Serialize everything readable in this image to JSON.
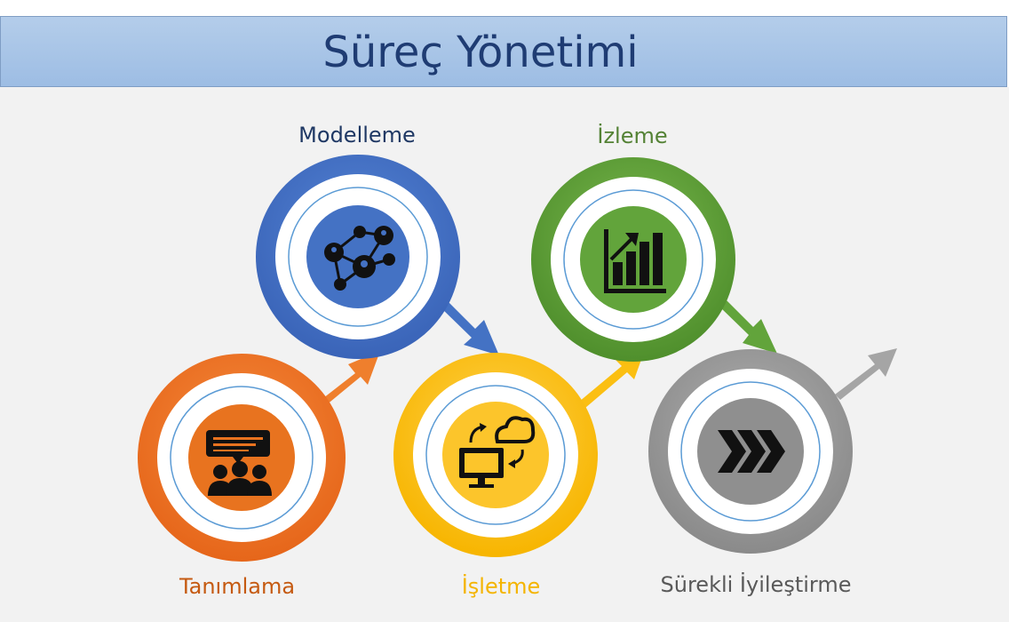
{
  "title": "Süreç Yönetimi",
  "stages": [
    {
      "label": "Tanımlama",
      "color": "#e87529",
      "icon": "people-presentation-icon"
    },
    {
      "label": "Modelleme",
      "color": "#4472c4",
      "icon": "network-people-icon"
    },
    {
      "label": "İşletme",
      "color": "#fbbf12",
      "icon": "computer-cloud-sync-icon"
    },
    {
      "label": "İzleme",
      "color": "#62a43b",
      "icon": "bar-chart-growth-icon"
    },
    {
      "label": "Sürekli İyileştirme",
      "color": "#9a9a9a",
      "icon": "chevrons-right-icon"
    }
  ],
  "colors": {
    "title_bar": "#a4c2e6",
    "title_text": "#1f3c73",
    "background": "#f2f2f2",
    "label_tanimlama": "#c55a11",
    "label_modelleme": "#1f3864",
    "label_isletme": "#f4b400",
    "label_izleme": "#548235",
    "label_surekli": "#595959"
  }
}
